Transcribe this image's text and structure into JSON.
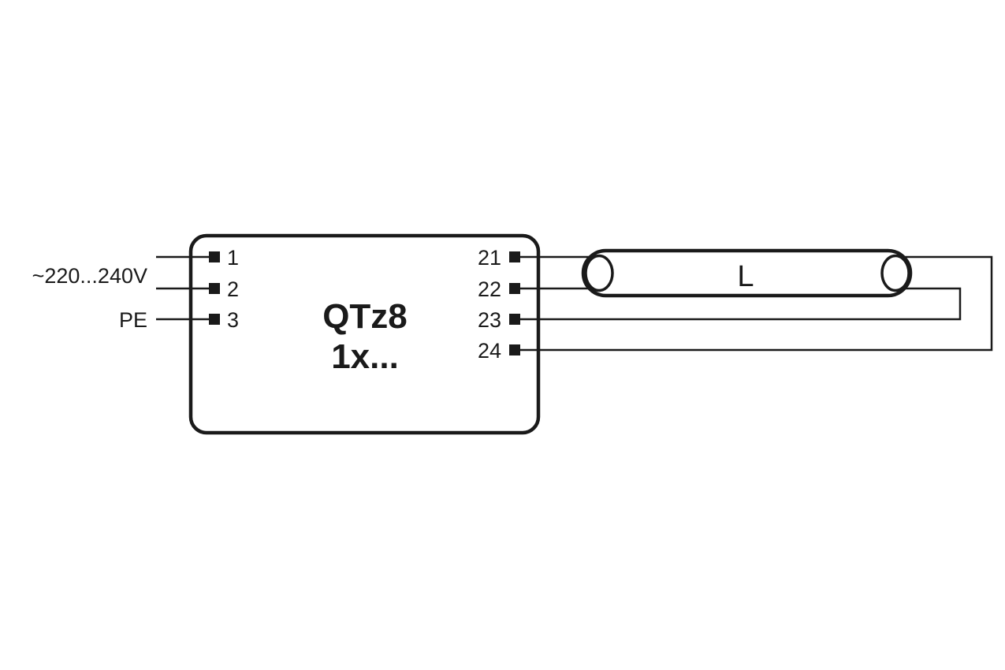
{
  "supply": {
    "voltage_label": "~220...240V",
    "earth_label": "PE"
  },
  "ballast": {
    "model": "QTz8",
    "variant": "1x...",
    "input_pins": [
      "1",
      "2",
      "3"
    ],
    "output_pins": [
      "21",
      "22",
      "23",
      "24"
    ]
  },
  "lamp": {
    "label": "L"
  },
  "colors": {
    "line": "#1a1a1a",
    "background": "#ffffff"
  }
}
